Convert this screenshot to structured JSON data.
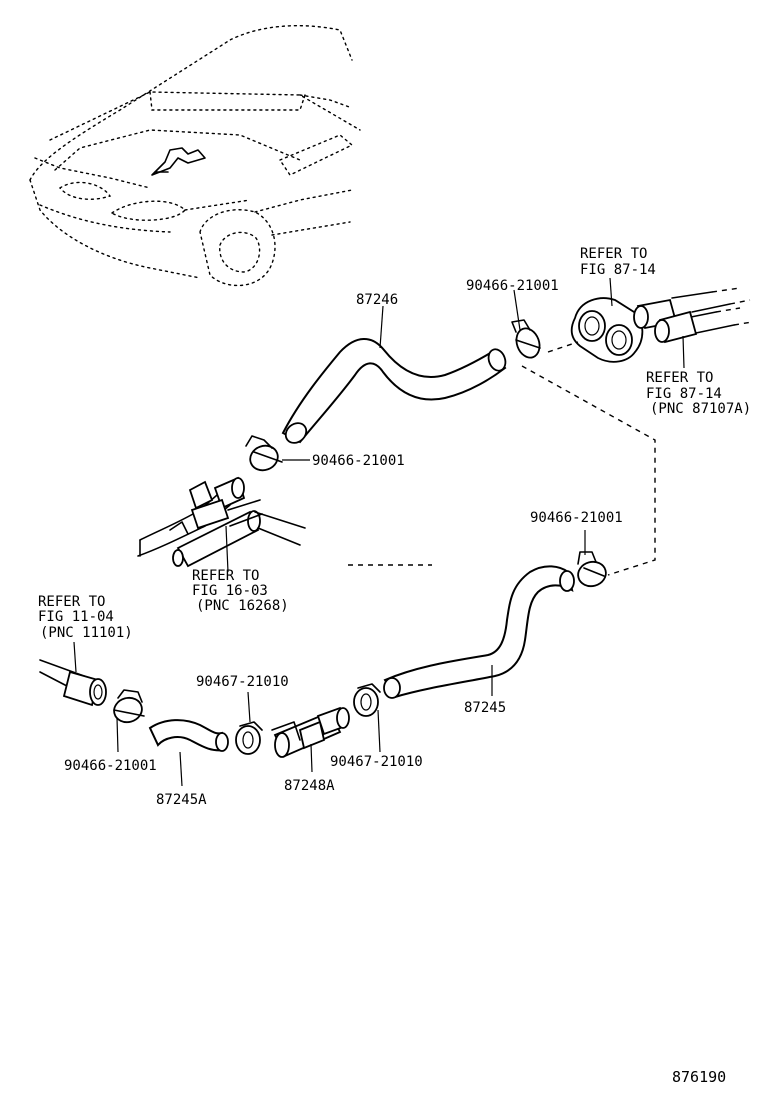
{
  "figure_number": "876190",
  "parts": {
    "p87246": "87246",
    "p87245": "87245",
    "p87245a": "87245A",
    "p87248a": "87248A",
    "clamp_top": "90466-21001",
    "clamp_mid": "90466-21001",
    "clamp_right": "90466-21001",
    "clamp_left": "90466-21001",
    "clamp_small_a": "90467-21010",
    "clamp_small_b": "90467-21010"
  },
  "refs": {
    "fig8714_top": [
      "REFER TO",
      "FIG 87-14"
    ],
    "fig8714_right": [
      "REFER TO",
      "FIG 87-14",
      "(PNC 87107A)"
    ],
    "fig1603": [
      "REFER TO",
      "FIG 16-03",
      "(PNC 16268)"
    ],
    "fig1104": [
      "REFER TO",
      "FIG 11-04",
      "(PNC 11101)"
    ]
  }
}
